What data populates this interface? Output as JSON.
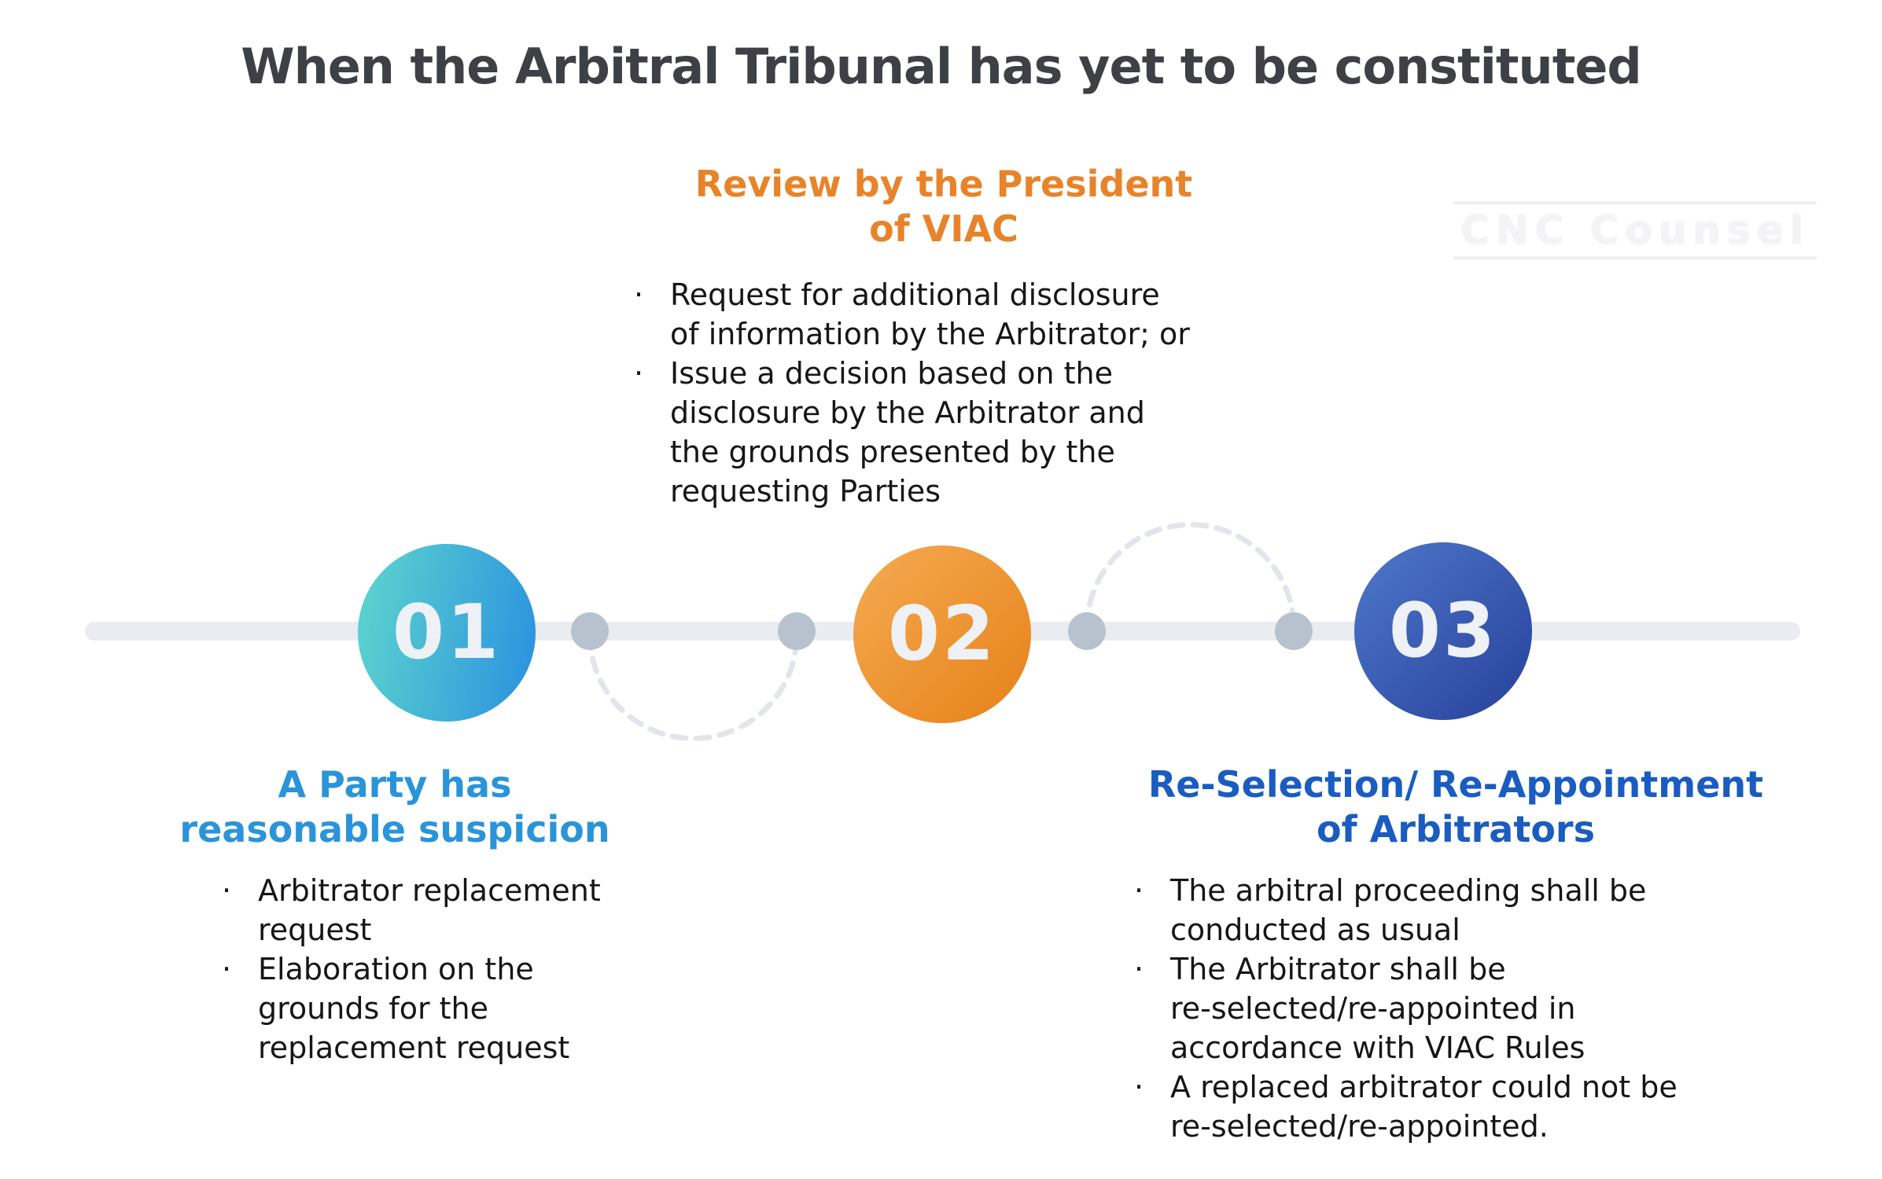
{
  "title": "When the Arbitral Tribunal has yet to be constituted",
  "watermark": "CNC Counsel",
  "bullet_marker": "·",
  "colors": {
    "title_text": "#3d4145",
    "body_text": "#161616",
    "timeline_bar": "#e9ecf1",
    "timeline_dot": "#b8c2cf",
    "dashed_arc": "#e2e6ec",
    "step1_heading": "#2b94d9",
    "step2_heading": "#e8832a",
    "step3_heading": "#1a5cc0",
    "circle1_gradient": [
      "#5ed6cd",
      "#2a90e0"
    ],
    "circle2_gradient": [
      "#f4ab52",
      "#e8851e"
    ],
    "circle3_gradient": [
      "#4e78ca",
      "#2b46a0"
    ],
    "number_text": "#eef1f5"
  },
  "steps": [
    {
      "number": "01",
      "heading": "A Party has\nreasonable suspicion",
      "bullets": [
        "Arbitrator replacement\nrequest",
        "Elaboration on the\ngrounds for the\nreplacement request"
      ]
    },
    {
      "number": "02",
      "heading": "Review by the President\nof VIAC",
      "bullets": [
        "Request for additional disclosure\nof information by the Arbitrator; or",
        "Issue a decision based on the\ndisclosure by the Arbitrator and\nthe grounds presented by the\nrequesting Parties"
      ]
    },
    {
      "number": "03",
      "heading": "Re-Selection/ Re-Appointment\nof Arbitrators",
      "bullets": [
        "The arbitral proceeding shall be\nconducted as usual",
        "The Arbitrator shall be\nre-selected/re-appointed in\naccordance with VIAC Rules",
        "A replaced arbitrator could not be\nre-selected/re-appointed."
      ]
    }
  ]
}
